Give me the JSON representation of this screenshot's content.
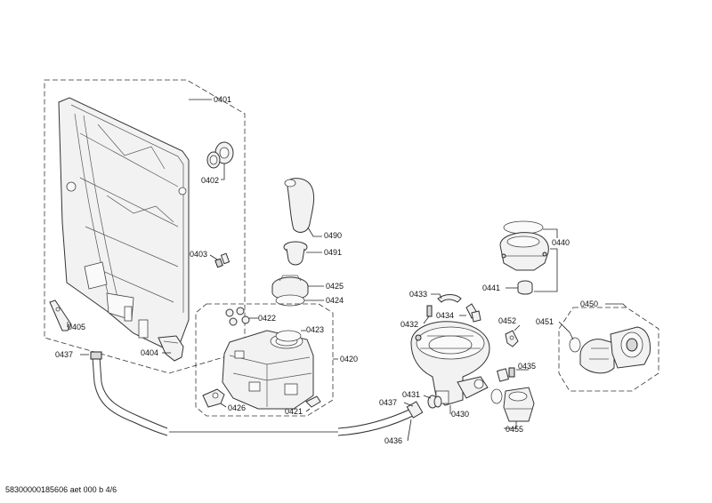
{
  "diagram": {
    "labels": {
      "p0401": "0401",
      "p0402": "0402",
      "p0403": "0403",
      "p0404": "0404",
      "p0405": "0405",
      "p0437a": "0437",
      "p0490": "0490",
      "p0491": "0491",
      "p0425": "0425",
      "p0424": "0424",
      "p0422": "0422",
      "p0423": "0423",
      "p0420": "0420",
      "p0426": "0426",
      "p0421": "0421",
      "p0433": "0433",
      "p0432": "0432",
      "p0434": "0434",
      "p0431": "0431",
      "p0437b": "0437",
      "p0430": "0430",
      "p0436": "0436",
      "p0440": "0440",
      "p0441": "0441",
      "p0450": "0450",
      "p0451": "0451",
      "p0452": "0452",
      "p0435": "0435",
      "p0455": "0455"
    },
    "footer": "58300000185606 aet 000 b 4/6"
  }
}
